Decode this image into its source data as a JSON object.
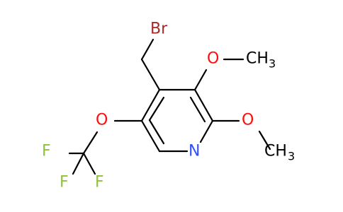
{
  "colors": {
    "carbon_bond": "#000000",
    "bromine": "#a52a2a",
    "oxygen": "#ff0d0d",
    "nitrogen": "#3050f8",
    "fluorine": "#90c040",
    "carbon_label": "#000000"
  },
  "labels": {
    "br": "Br",
    "o_top": "O",
    "ch3_top": "CH",
    "ch3_top_sub": "3",
    "o_right": "O",
    "ch3_bottom": "CH",
    "ch3_bottom_sub": "3",
    "n": "N",
    "o_left": "O",
    "f_top": "F",
    "f_left": "F",
    "f_right": "F"
  }
}
